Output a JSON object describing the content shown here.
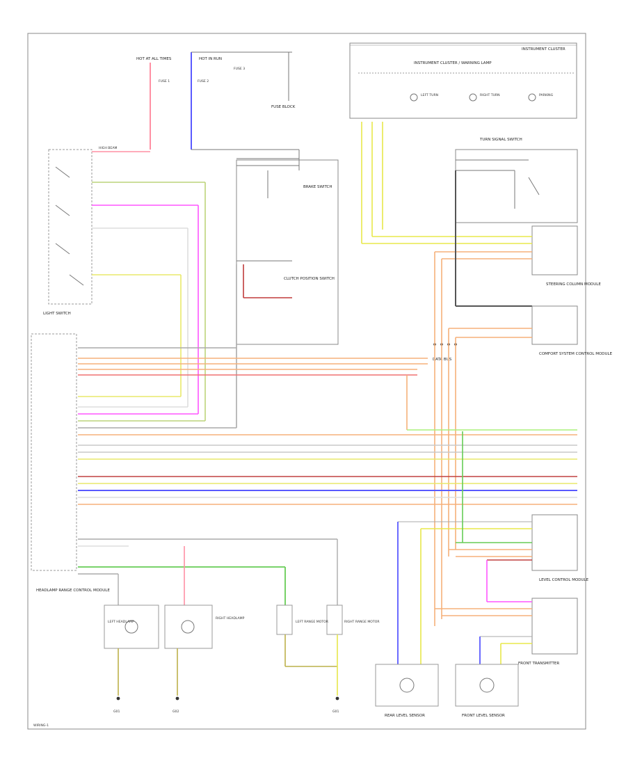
{
  "diagram": {
    "footer_code": "WIRING-1",
    "blocks": {
      "instrument_cluster": {
        "title": "INSTRUMENT CLUSTER"
      },
      "instrument_cluster_sub": {
        "title": "INSTRUMENT CLUSTER / WARNING LAMP"
      },
      "light_switch": {
        "title": "LIGHT SWITCH"
      },
      "headlamp_ecm": {
        "title": "HEADLAMP RANGE CONTROL MODULE"
      },
      "left_headlamp": {
        "title": "LEFT HEADLAMP"
      },
      "right_headlamp": {
        "title": "RIGHT HEADLAMP"
      },
      "left_stepper": {
        "title": "LEFT RANGE MOTOR"
      },
      "right_stepper": {
        "title": "RIGHT RANGE MOTOR"
      },
      "brake_switch": {
        "title": "BRAKE SWITCH"
      },
      "clutch_switch": {
        "title": "CLUTCH POSITION SWITCH"
      },
      "turn_switch": {
        "title": "TURN SIGNAL SWITCH"
      },
      "steering_module": {
        "title": "STEERING COLUMN MODULE"
      },
      "comfort_module": {
        "title": "COMFORT SYSTEM CONTROL MODULE"
      },
      "data_bus": {
        "title": "DATA BUS"
      },
      "rear_level_sensor": {
        "title": "REAR LEVEL SENSOR"
      },
      "front_level_sensor": {
        "title": "FRONT LEVEL SENSOR"
      },
      "level_module": {
        "title": "LEVEL CONTROL MODULE"
      },
      "front_transmitter": {
        "title": "FRONT TRANSMITTER"
      },
      "fuse_panel_left": {
        "title": "HOT AT ALL TIMES"
      },
      "fuse_panel_right": {
        "title": "HOT IN RUN"
      },
      "fuse_block": {
        "title": "FUSE BLOCK"
      },
      "ground_left": {
        "title": "G01"
      },
      "ground_mid": {
        "title": "G02"
      },
      "ground_right": {
        "title": "G01"
      }
    },
    "labels": {
      "fuse_a": "FUSE 1",
      "fuse_b": "FUSE 2",
      "fuse_c": "FUSE 3",
      "left_turn": "LEFT TURN",
      "right_turn": "RIGHT TURN",
      "parking": "PARKING",
      "high_beam": "HIGH BEAM"
    },
    "wire_colors": [
      {
        "name": "RED/WHT",
        "hex": "#ff8fa3"
      },
      {
        "name": "BLU/WHT",
        "hex": "#5a5aff"
      },
      {
        "name": "BLK/YEL",
        "hex": "#bcd37a"
      },
      {
        "name": "VIO",
        "hex": "#ff55ff"
      },
      {
        "name": "WHT/BLU",
        "hex": "#c9c9ff"
      },
      {
        "name": "GRY/YEL",
        "hex": "#e9e96a"
      },
      {
        "name": "GRN/RED",
        "hex": "#f5b07a"
      },
      {
        "name": "YEL",
        "hex": "#e8e84a"
      },
      {
        "name": "BLK",
        "hex": "#555555"
      },
      {
        "name": "GRN",
        "hex": "#66cc55"
      },
      {
        "name": "BRN",
        "hex": "#b38a55"
      }
    ]
  }
}
